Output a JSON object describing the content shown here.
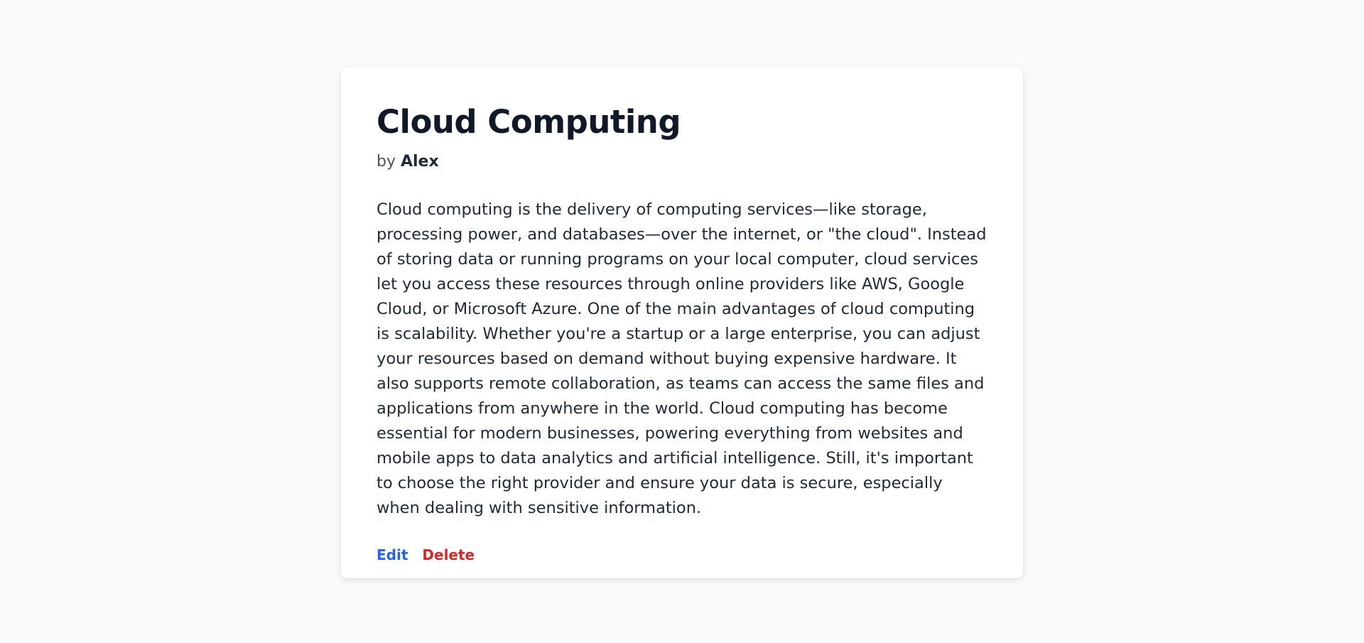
{
  "article": {
    "title": "Cloud Computing",
    "byline_prefix": "by",
    "author": "Alex",
    "body": "Cloud computing is the delivery of computing services—like storage, processing power, and databases—over the internet, or \"the cloud\". Instead of storing data or running programs on your local computer, cloud services let you access these resources through online providers like AWS, Google Cloud, or Microsoft Azure. One of the main advantages of cloud computing is scalability. Whether you're a startup or a large enterprise, you can adjust your resources based on demand without buying expensive hardware. It also supports remote collaboration, as teams can access the same files and applications from anywhere in the world. Cloud computing has become essential for modern businesses, powering everything from websites and mobile apps to data analytics and artificial intelligence. Still, it's important to choose the right provider and ensure your data is secure, especially when dealing with sensitive information."
  },
  "actions": {
    "edit_label": "Edit",
    "delete_label": "Delete"
  },
  "colors": {
    "background": "#f9fafb",
    "card": "#ffffff",
    "title": "#111827",
    "edit": "#2563eb",
    "delete": "#dc2626"
  }
}
